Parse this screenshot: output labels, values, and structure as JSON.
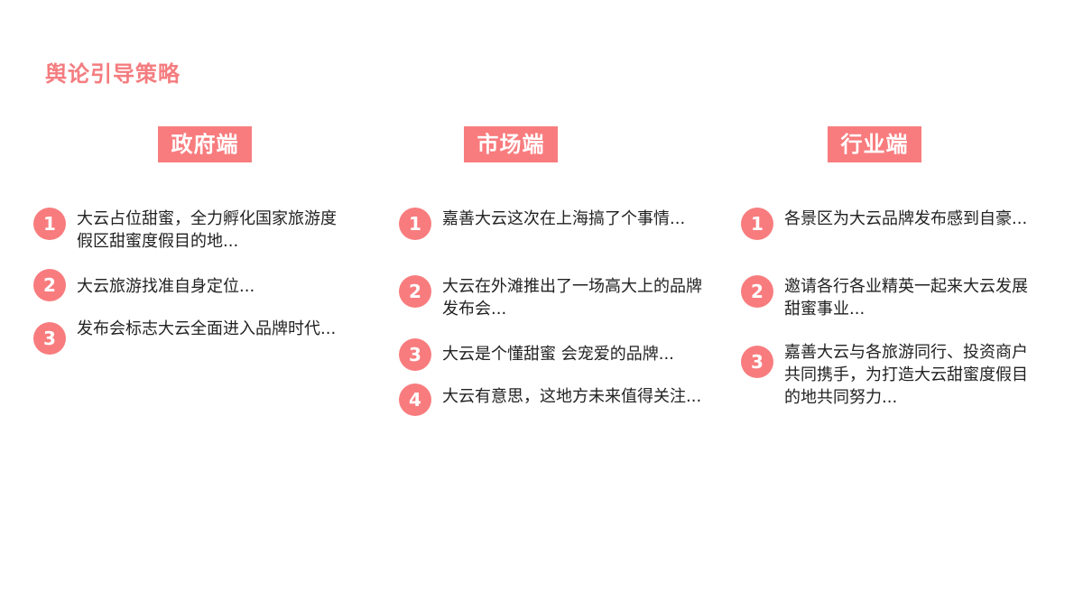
{
  "page": {
    "title": "舆论引导策略"
  },
  "colors": {
    "accent": "#f87c7e",
    "title": "#f47c7f"
  },
  "columns": [
    {
      "header": "政府端",
      "items": [
        {
          "num": "1",
          "text": "大云占位甜蜜，全力孵化国家旅游度假区甜蜜度假目的地..."
        },
        {
          "num": "2",
          "text": "大云旅游找准自身定位..."
        },
        {
          "num": "3",
          "text": "发布会标志大云全面进入品牌时代..."
        }
      ]
    },
    {
      "header": "市场端",
      "items": [
        {
          "num": "1",
          "text": "嘉善大云这次在上海搞了个事情..."
        },
        {
          "num": "2",
          "text": "大云在外滩推出了一场高大上的品牌发布会..."
        },
        {
          "num": "3",
          "text": "大云是个懂甜蜜 会宠爱的品牌..."
        },
        {
          "num": "4",
          "text": "大云有意思，这地方未来值得关注..."
        }
      ]
    },
    {
      "header": "行业端",
      "items": [
        {
          "num": "1",
          "text": "各景区为大云品牌发布感到自豪..."
        },
        {
          "num": "2",
          "text": "邀请各行各业精英一起来大云发展甜蜜事业..."
        },
        {
          "num": "3",
          "text": "嘉善大云与各旅游同行、投资商户共同携手，为打造大云甜蜜度假目的地共同努力..."
        }
      ]
    }
  ]
}
